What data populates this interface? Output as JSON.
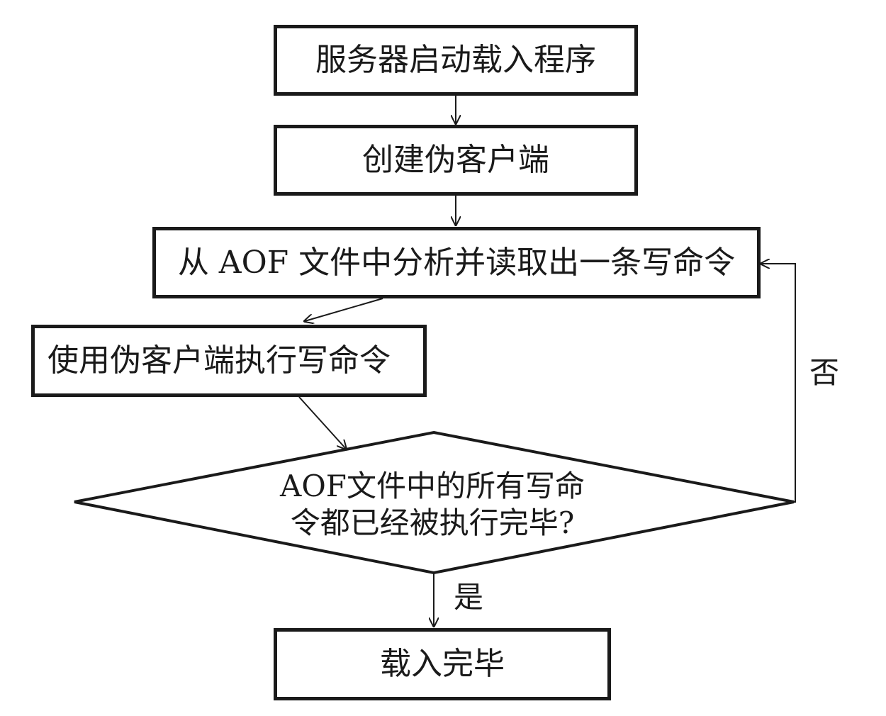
{
  "diagram": {
    "nodes": {
      "start": {
        "label": "服务器启动载入程序"
      },
      "create_client": {
        "label": "创建伪客户端"
      },
      "read_command": {
        "label": "从 AOF 文件中分析并读取出一条写命令"
      },
      "execute_command": {
        "label": "使用伪客户端执行写命令"
      },
      "check_done": {
        "label_line1": "AOF文件中的所有写命",
        "label_line2": "令都已经被执行完毕?"
      },
      "end": {
        "label": "载入完毕"
      }
    },
    "edges": {
      "no_label": "否",
      "yes_label": "是"
    },
    "colors": {
      "stroke": "#1a1a1a",
      "background": "#ffffff"
    }
  }
}
